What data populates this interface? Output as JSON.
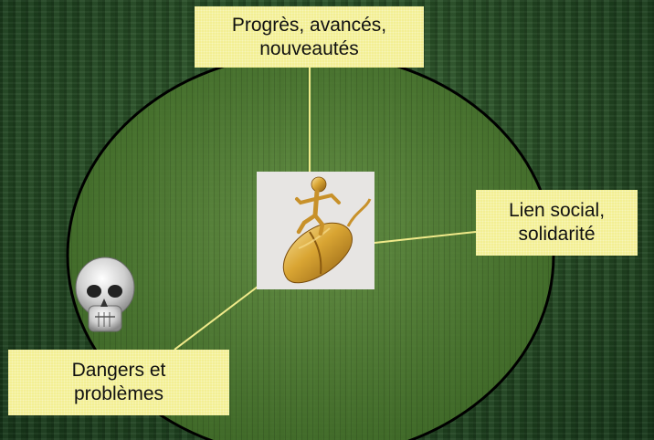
{
  "diagram": {
    "top_label": {
      "line1": "Progrès, avancés,",
      "line2": "nouveautés"
    },
    "right_label": {
      "line1": "Lien social,",
      "line2": "solidarité"
    },
    "left_label": {
      "line1": "Dangers et",
      "line2": "problèmes"
    },
    "center_icon": "golden-figure-riding-computer-mouse-icon",
    "danger_icon": "skull-icon"
  },
  "colors": {
    "label_fill": "#f3ef93",
    "ellipse_fill": "#4f7d2e",
    "connector": "#f0ea8a",
    "background": "#1f4420"
  }
}
